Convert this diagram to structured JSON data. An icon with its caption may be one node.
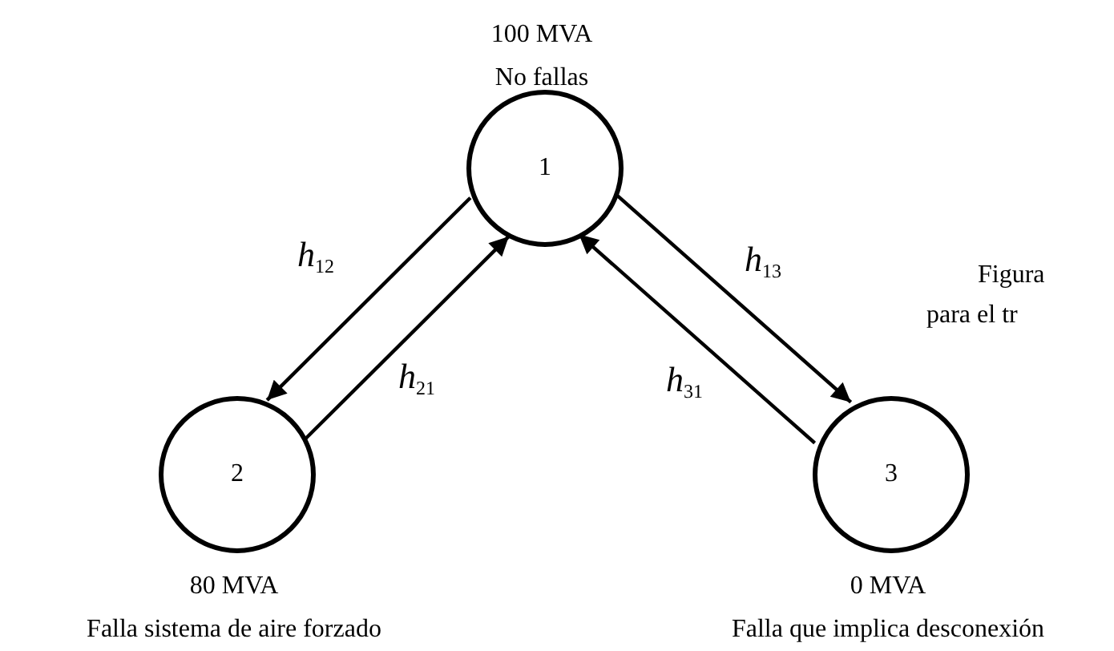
{
  "diagram": {
    "nodes": [
      {
        "text": [
          "1"
        ],
        "beside": [
          "100 MVA",
          "No fallas"
        ]
      },
      {
        "text": [
          "2"
        ],
        "beside": [
          "80 MVA",
          "Falla sistema de aire forzado"
        ]
      },
      {
        "text": [
          "3"
        ],
        "beside": [
          "0 MVA",
          "Falla que implica desconexión"
        ]
      }
    ],
    "edges": [
      {
        "from": 0,
        "to": 1,
        "arrow": "to",
        "label": "*h*$_{12}$"
      },
      {
        "from": 1,
        "to": 0,
        "arrow": "to",
        "label": "*h*$_{21}$"
      },
      {
        "from": 0,
        "to": 2,
        "arrow": "to",
        "label": "*h*$_{13}$"
      },
      {
        "from": 2,
        "to": 0,
        "arrow": "to",
        "label": "*h*$_{31}$"
      }
    ],
    "labels": [
      "Figura",
      "para el tr"
    ]
  }
}
